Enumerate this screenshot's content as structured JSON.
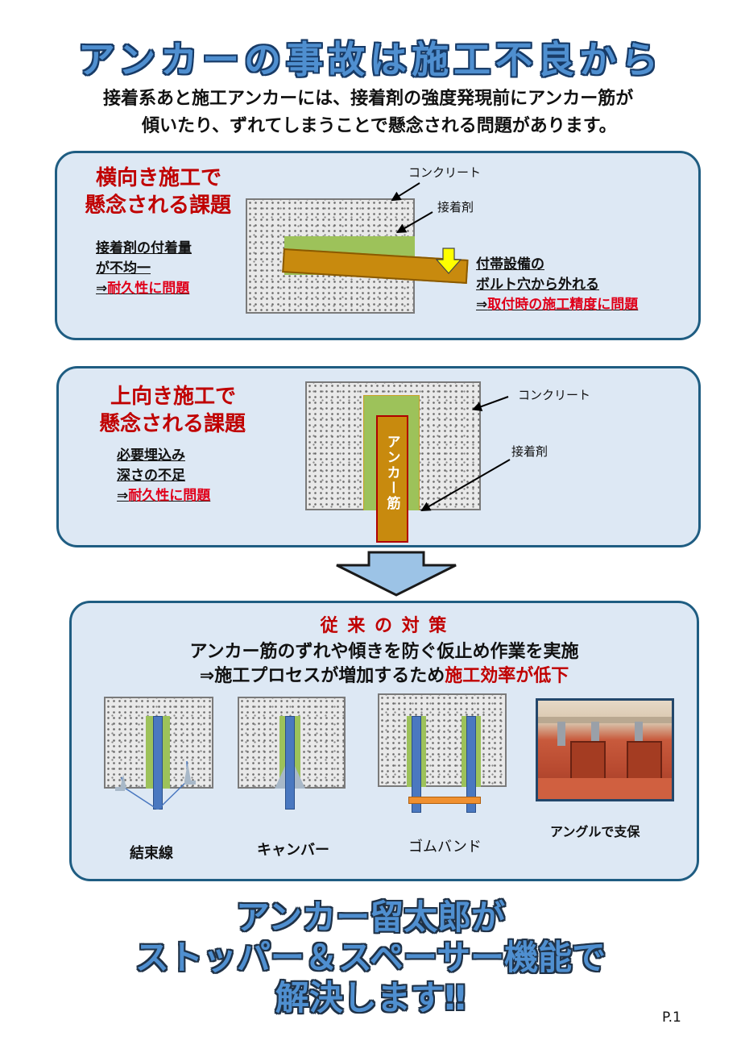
{
  "title": "アンカーの事故は施工不良から",
  "intro": {
    "line1": "接着系あと施工アンカーには、接着剤の強度発現前にアンカー筋が",
    "line2": "傾いたり、ずれてしまうことで懸念される問題があります。"
  },
  "panel1": {
    "heading1": "横向き施工で",
    "heading2": "懸念される課題",
    "note1": "接着剤の付着量",
    "note2": "が不均一",
    "note3_prefix": "⇒",
    "note3_red": "耐久性に問題",
    "label_concrete": "コンクリート",
    "label_glue": "接着剤",
    "right1": "付帯設備の",
    "right2": "ボルト穴から外れる",
    "right3_prefix": "⇒",
    "right3_red": "取付時の施工精度に問題"
  },
  "panel2": {
    "heading1": "上向き施工で",
    "heading2": "懸念される課題",
    "note1": "必要埋込み",
    "note2": "深さの不足",
    "note3_prefix": "⇒",
    "note3_red": "耐久性に問題",
    "label_concrete": "コンクリート",
    "label_glue": "接着剤",
    "rebar_label": "アンカー筋"
  },
  "panel3": {
    "heading": "従 来 の 対 策",
    "line1": "アンカー筋のずれや傾きを防ぐ仮止め作業を実施",
    "line2_prefix": "⇒施工プロセスが増加するため",
    "line2_red": "施工効率が低下",
    "captions": [
      "結束線",
      "キャンバー",
      "ゴムバンド",
      "アングルで支保"
    ]
  },
  "final": {
    "line1": "アンカー留太郎が",
    "line2": "ストッパー＆スペーサー機能で",
    "line3": "解決します‼"
  },
  "page_number": "P.1"
}
